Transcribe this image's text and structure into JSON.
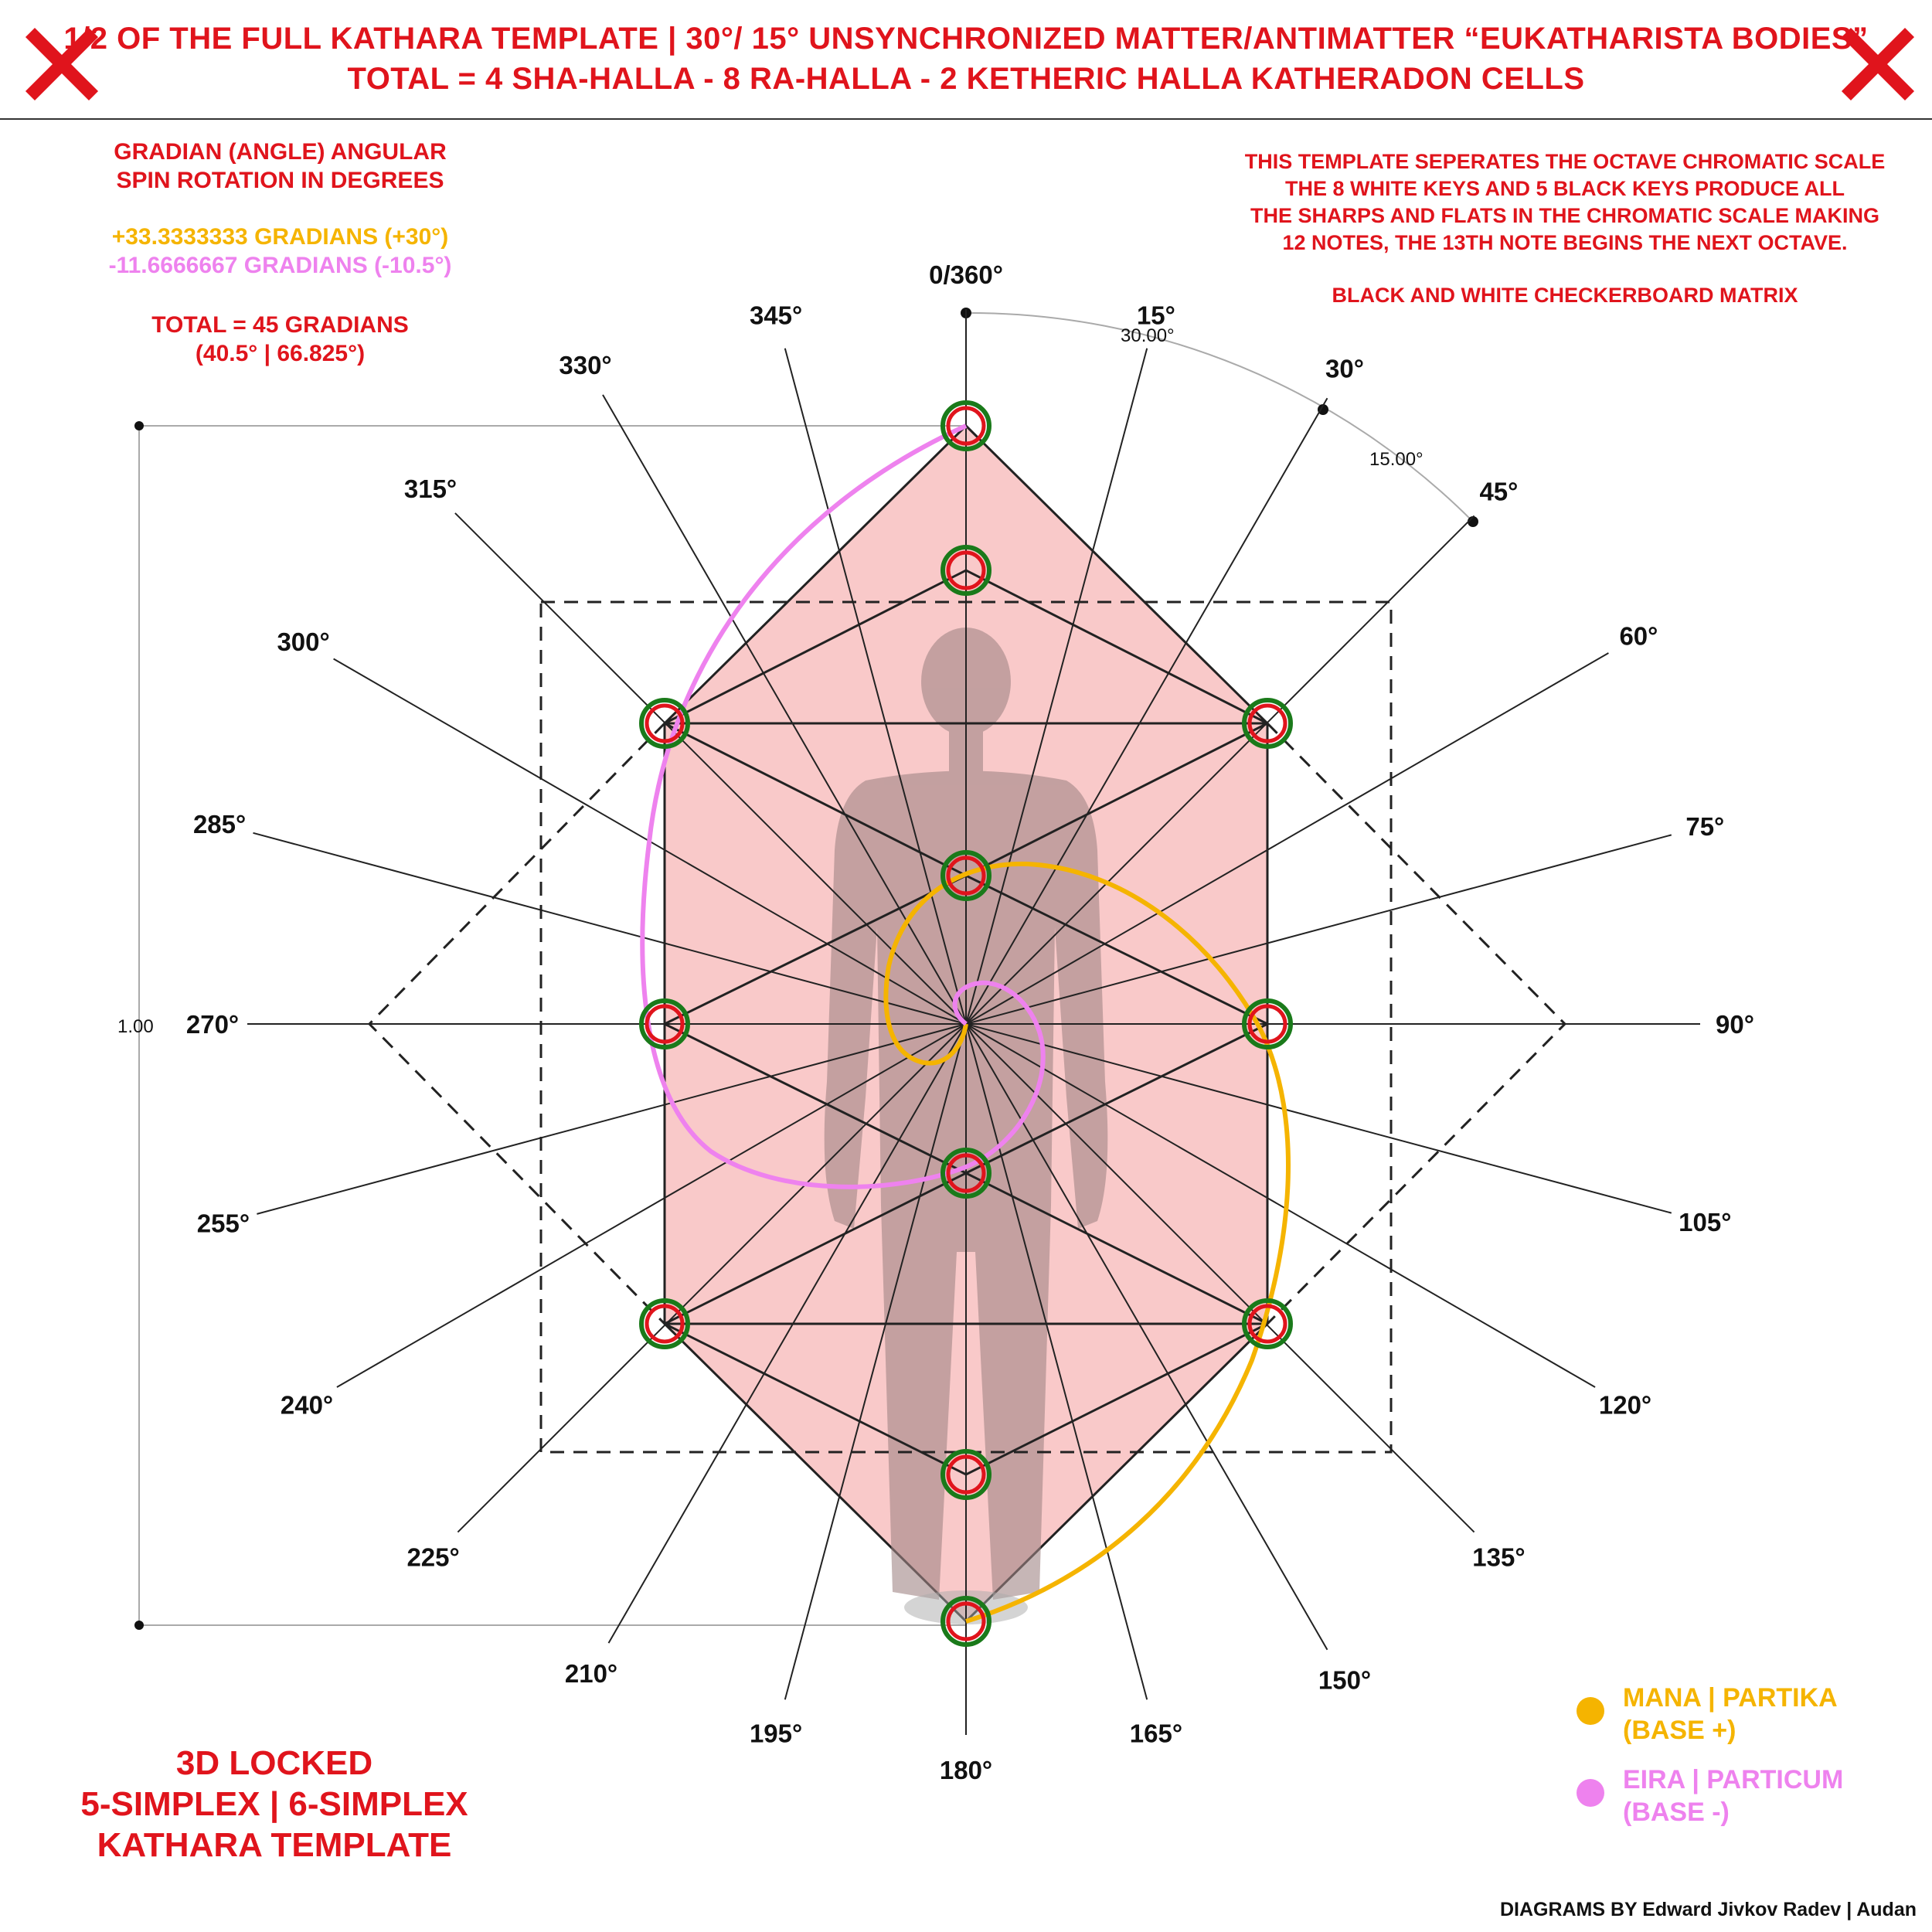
{
  "header": {
    "line1": "1/2 OF THE FULL KATHARA TEMPLATE | 30°/ 15° UNSYNCHRONIZED MATTER/ANTIMATTER “EUKATHARISTA BODIES”",
    "line2": "TOTAL = 4 SHA-HALLA - 8 RA-HALLA - 2 KETHERIC HALLA KATHERADON CELLS",
    "close_left": "close-icon",
    "close_right": "close-icon"
  },
  "left_notes": {
    "title1": "GRADIAN (ANGLE) ANGULAR",
    "title2": "SPIN ROTATION IN DEGREES",
    "plus": "+33.3333333 GRADIANS (+30°)",
    "minus": "-11.6666667 GRADIANS (-10.5°)",
    "total1": "TOTAL = 45 GRADIANS",
    "total2": "(40.5° | 66.825°)"
  },
  "right_notes": {
    "l1": "THIS TEMPLATE SEPERATES THE OCTAVE CHROMATIC SCALE",
    "l2": "THE 8 WHITE KEYS AND 5 BLACK KEYS PRODUCE ALL",
    "l3": "THE SHARPS AND FLATS IN THE CHROMATIC SCALE MAKING",
    "l4": "12 NOTES, THE 13TH NOTE BEGINS THE NEXT OCTAVE.",
    "l5": "BLACK AND WHITE CHECKERBOARD MATRIX"
  },
  "angles": [
    "0/360°",
    "15°",
    "30°",
    "45°",
    "60°",
    "75°",
    "90°",
    "105°",
    "120°",
    "135°",
    "150°",
    "165°",
    "180°",
    "195°",
    "210°",
    "225°",
    "240°",
    "255°",
    "270°",
    "285°",
    "300°",
    "315°",
    "330°",
    "345°"
  ],
  "arc_labels": {
    "a30": "30.00°",
    "a15": "15.00°"
  },
  "dimension_label": "1.00",
  "bottom_left": {
    "l1": "3D LOCKED",
    "l2": "5-SIMPLEX | 6-SIMPLEX",
    "l3": "KATHARA TEMPLATE"
  },
  "legend": {
    "mana_1": "MANA | PARTIKA",
    "mana_2": "(BASE +)",
    "eira_1": "EIRA | PARTICUM",
    "eira_2": "(BASE -)"
  },
  "colors": {
    "red": "#e0141c",
    "mana": "#f5b400",
    "eira": "#ee82ee",
    "fill": "#f9c9c9",
    "figure": "#9a9a9a",
    "node_green": "#1a7a1a"
  },
  "credit": "DIAGRAMS BY Edward Jivkov Radev | Audan"
}
